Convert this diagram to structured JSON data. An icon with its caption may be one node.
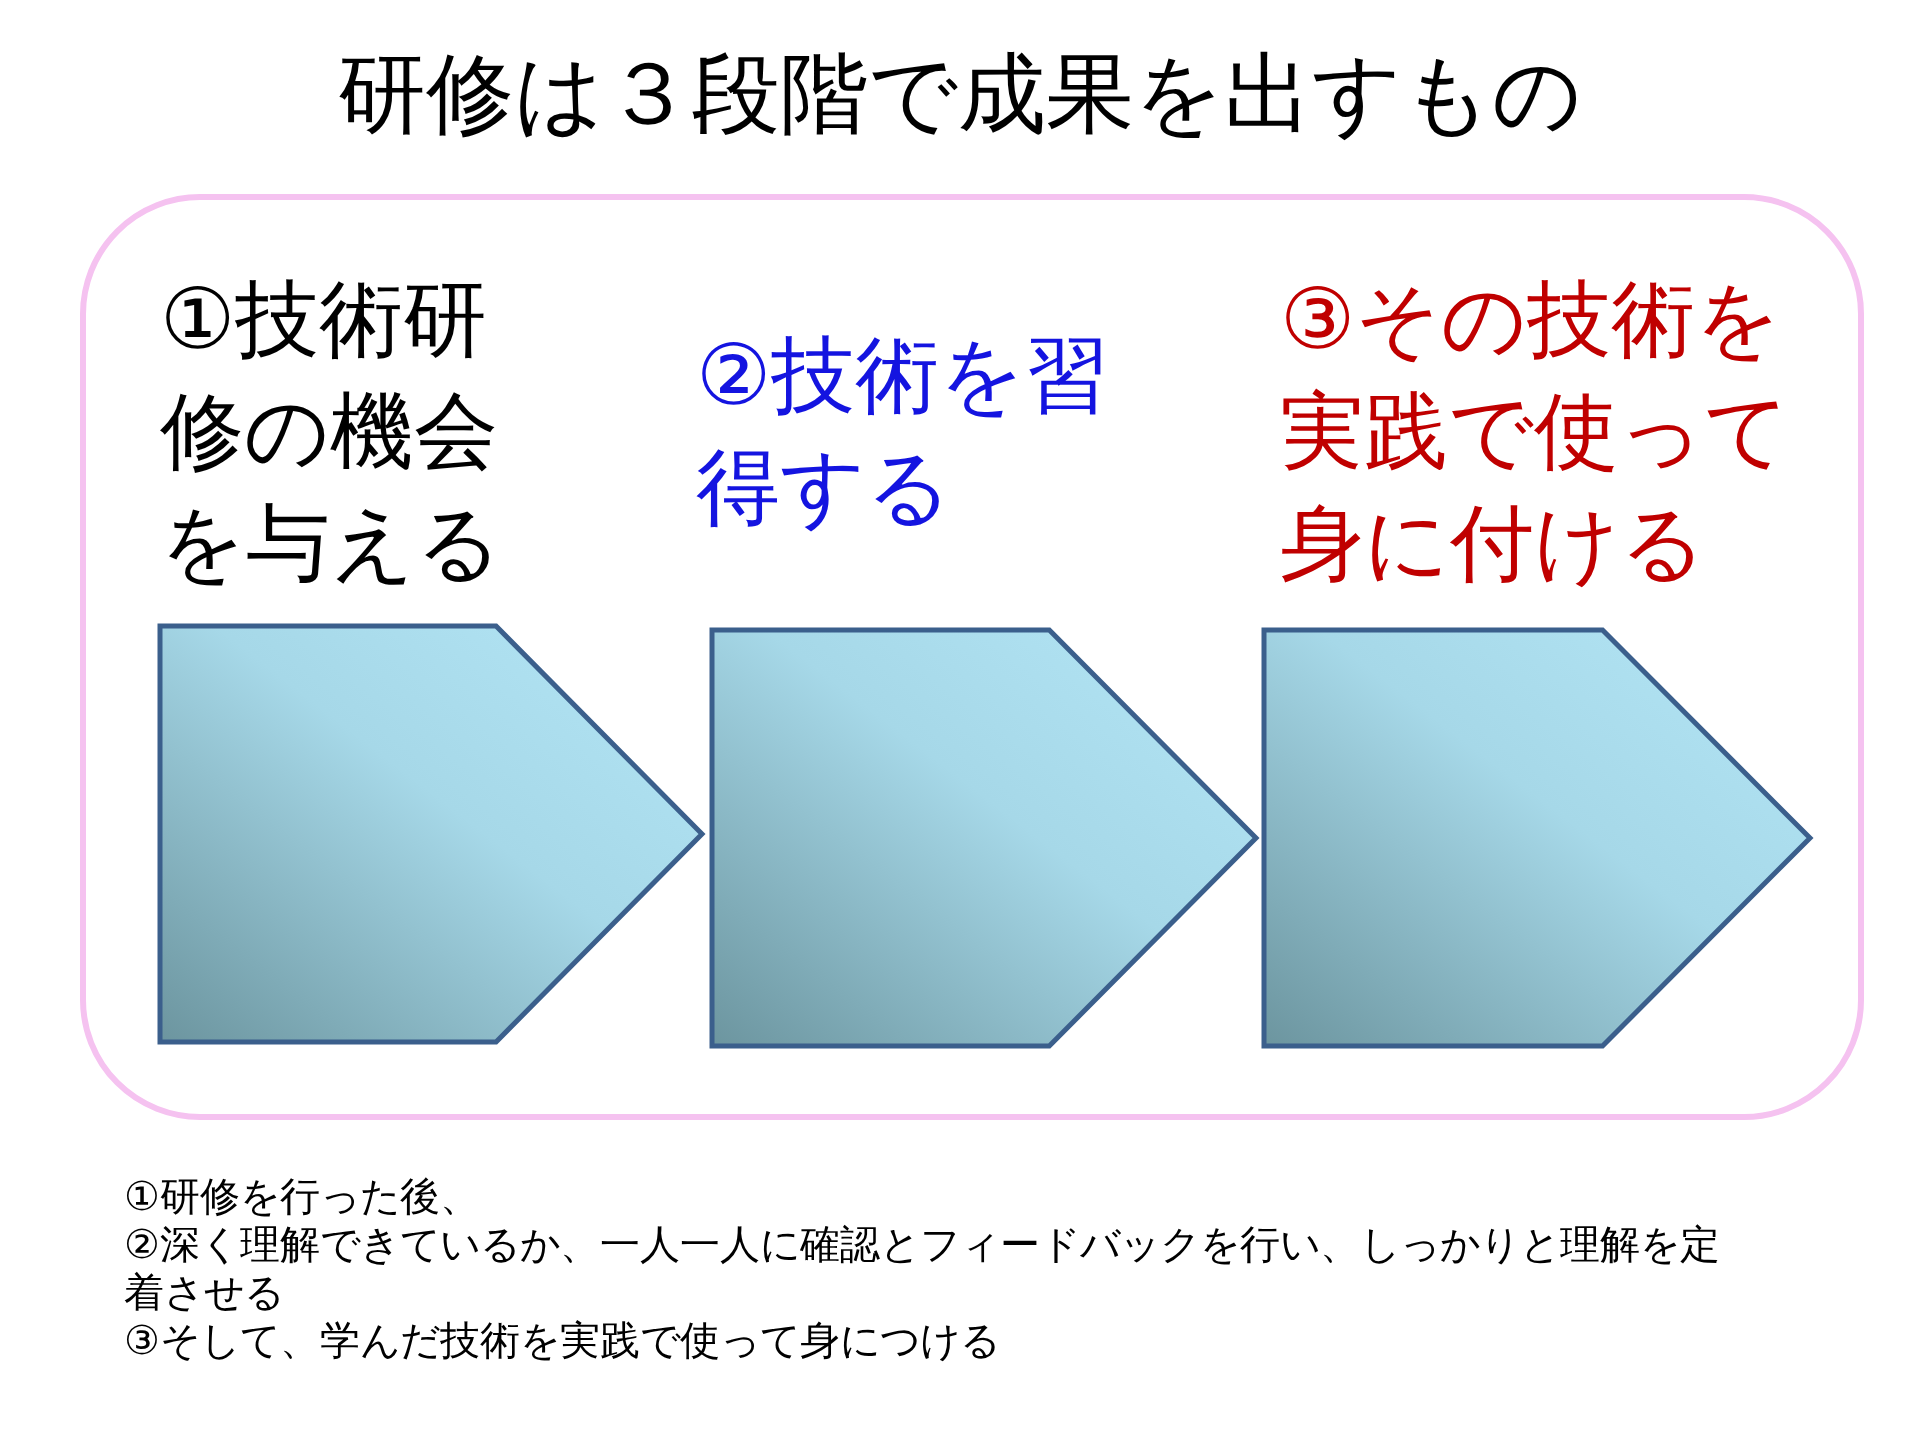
{
  "diagram": {
    "title": "研修は３段階で成果を出すもの",
    "nodes": [
      {
        "text": [],
        "shape": "box"
      },
      {
        "text": [
          "①技術研修の機会を与える"
        ],
        "in": 0
      },
      {
        "text": [
          "②技術を習得する"
        ],
        "in": 0
      },
      {
        "text": [
          "③その技術を実践で使って身に付ける"
        ],
        "in": 0
      }
    ],
    "edges": [],
    "labels": [
      "①研修を行った後、",
      "②深く理解できているか、一人一人に確認とフィードバックを行い、しっかりと理解を定着させる",
      "③そして、学んだ技術を実践で使って身につける"
    ]
  }
}
